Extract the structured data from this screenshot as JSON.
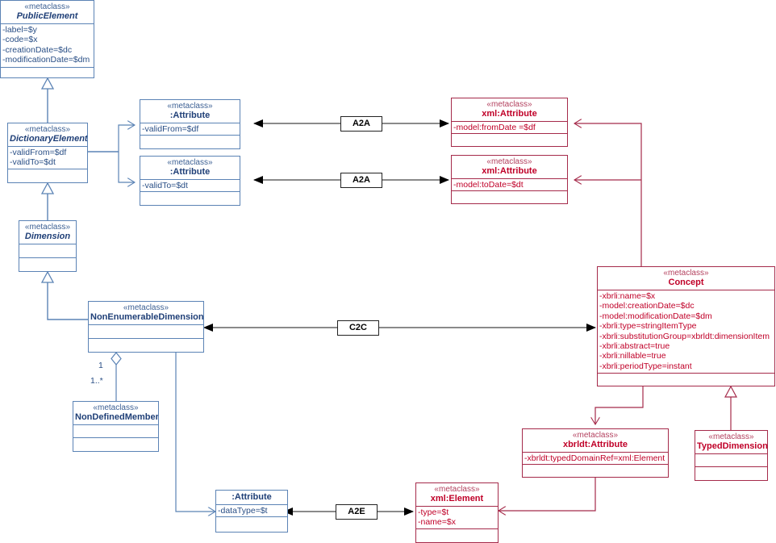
{
  "diagram": {
    "title": "XBRL metamodel mapping UML class diagram",
    "colors": {
      "blue_border": "#5b83b5",
      "blue_text": "#1f3f77",
      "red_border": "#a52a4a",
      "red_text": "#c00028",
      "black": "#000000",
      "background": "#ffffff"
    },
    "stereotype": "«metaclass»"
  },
  "classes": {
    "public_element": {
      "stereotype": "«metaclass»",
      "name": "PublicElement",
      "attributes": [
        "-label=$y",
        "-code=$x",
        "-creationDate=$dc",
        "-modificationDate=$dm"
      ]
    },
    "dictionary_element": {
      "stereotype": "«metaclass»",
      "name": "DictionaryElement",
      "attributes": [
        "-validFrom=$df",
        "-validTo=$dt"
      ]
    },
    "dimension": {
      "stereotype": "«metaclass»",
      "name": "Dimension",
      "attributes": []
    },
    "non_enumerable_dimension": {
      "stereotype": "«metaclass»",
      "name": "NonEnumerableDimension",
      "attributes": []
    },
    "non_defined_member": {
      "stereotype": "«metaclass»",
      "name": "NonDefinedMember",
      "attributes": []
    },
    "attribute_valid_from": {
      "stereotype": "«metaclass»",
      "name": ":Attribute",
      "attributes": [
        "-validFrom=$df"
      ]
    },
    "attribute_valid_to": {
      "stereotype": "«metaclass»",
      "name": ":Attribute",
      "attributes": [
        "-validTo=$dt"
      ]
    },
    "attribute_datatype": {
      "stereotype": "",
      "name": ":Attribute",
      "attributes": [
        "-dataType=$t"
      ]
    },
    "xml_attribute_from_date": {
      "stereotype": "«metaclass»",
      "name": "xml:Attribute",
      "attributes": [
        "-model:fromDate =$df"
      ]
    },
    "xml_attribute_to_date": {
      "stereotype": "«metaclass»",
      "name": "xml:Attribute",
      "attributes": [
        "-model:toDate=$dt"
      ]
    },
    "concept": {
      "stereotype": "«metaclass»",
      "name": "Concept",
      "attributes": [
        "-xbrli:name=$x",
        "-model:creationDate=$dc",
        "-model:modificationDate=$dm",
        "-xbrli:type=stringItemType",
        "-xbrli:substitutionGroup=xbrldt:dimensionItem",
        "-xbrli:abstract=true",
        "-xbrli:nillable=true",
        "-xbrli:periodType=instant"
      ]
    },
    "xbrldt_attribute": {
      "stereotype": "«metaclass»",
      "name": "xbrldt:Attribute",
      "attributes": [
        "-xbrldt:typedDomainRef=xml:Element"
      ]
    },
    "typed_dimension": {
      "stereotype": "«metaclass»",
      "name": "TypedDimension",
      "attributes": []
    },
    "xml_element": {
      "stereotype": "«metaclass»",
      "name": "xml:Element",
      "attributes": [
        "-type=$t",
        "-name=$x"
      ]
    }
  },
  "edge_labels": {
    "a2a_top": "A2A",
    "a2a_bottom": "A2A",
    "c2c": "C2C",
    "a2e": "A2E"
  },
  "multiplicities": {
    "aggregation_source": "1",
    "aggregation_target": "1..*"
  }
}
